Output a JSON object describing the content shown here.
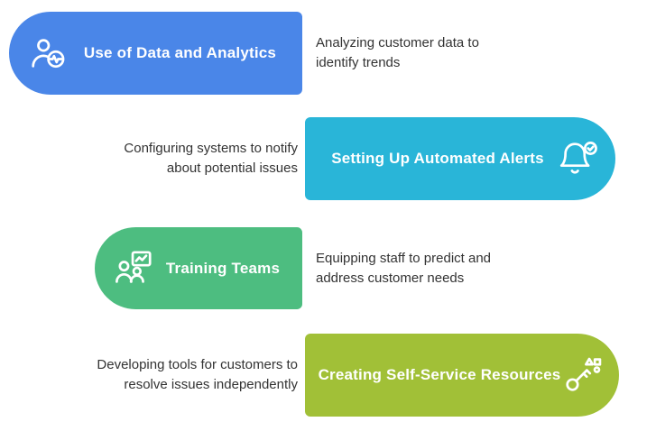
{
  "page": {
    "background": "#ffffff",
    "text_color": "#333333",
    "title_text_color": "#ffffff"
  },
  "rows": [
    {
      "side": "left",
      "color": "#4a86e8",
      "icon": "person-analytics-icon",
      "title": "Use of Data and Analytics",
      "description": "Analyzing customer data to identify trends"
    },
    {
      "side": "right",
      "color": "#29b5d8",
      "icon": "bell-check-icon",
      "title": "Setting Up Automated Alerts",
      "description": "Configuring systems to notify about potential issues"
    },
    {
      "side": "left",
      "color": "#4dbd80",
      "icon": "team-training-icon",
      "title": "Training Teams",
      "description": "Equipping staff to predict and address customer needs"
    },
    {
      "side": "right",
      "color": "#a1c037",
      "icon": "key-resources-icon",
      "title": "Creating Self-Service Resources",
      "description": "Developing tools for customers to resolve issues independently"
    }
  ]
}
